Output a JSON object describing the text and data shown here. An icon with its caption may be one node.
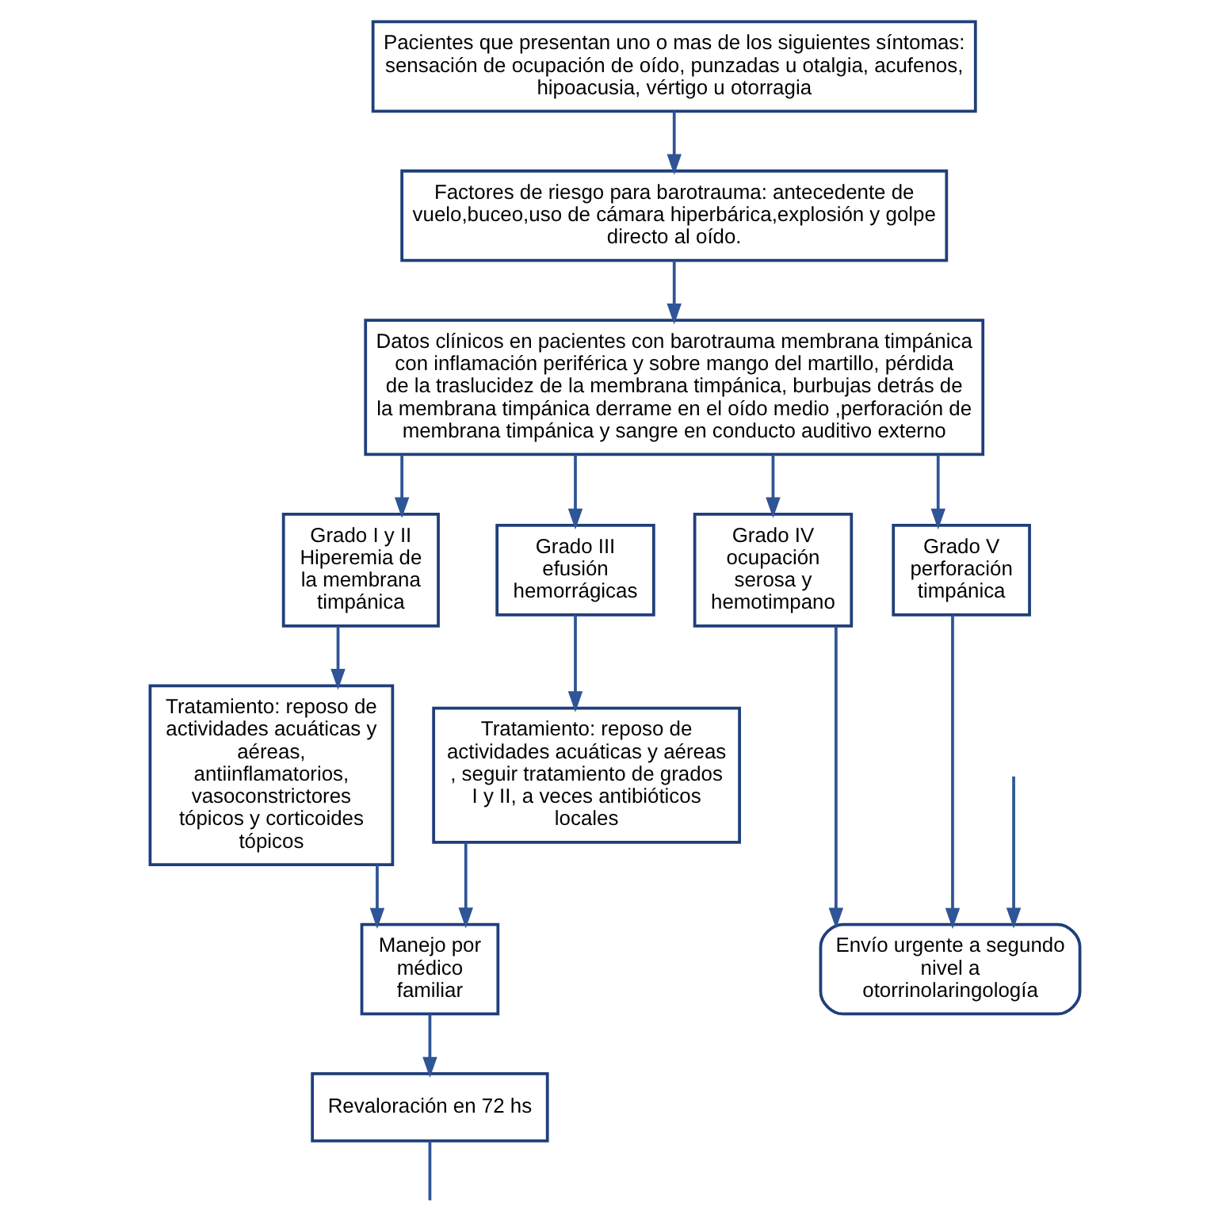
{
  "diagram": {
    "nodes": [
      {
        "text": [
          "Pacientes que presentan uno o mas de los siguientes síntomas: sensación de ocupación de oído, punzadas u otalgia, acufenos, hipoacusia, vértigo u otorragia"
        ]
      },
      {
        "text": [
          "Factores de riesgo para barotrauma: antecedente de vuelo,buceo,uso de cámara hiperbárica,explosión y golpe directo al oído."
        ]
      },
      {
        "text": [
          "Datos clínicos en pacientes con barotrauma membrana timpánica con inflamación periférica y sobre mango del martillo, pérdida de la traslucidez de la membrana timpánica, burbujas detrás de la membrana timpánica derrame en el oído medio ,perforación de membrana timpánica y sangre en conducto auditivo externo"
        ]
      },
      {
        "text": [
          "Grado I y II Hiperemia de la membrana timpánica"
        ]
      },
      {
        "text": [
          "Grado III efusión hemorrágicas"
        ]
      },
      {
        "text": [
          "Grado IV ocupación serosa y hemotimpano"
        ]
      },
      {
        "text": [
          "Grado V perforación timpánica"
        ]
      },
      {
        "text": [
          "Tratamiento: reposo de actividades acuáticas y aéreas, antiinflamatorios, vasoconstrictores tópicos y corticoides tópicos"
        ]
      },
      {
        "text": [
          "Tratamiento: reposo de actividades acuáticas y aéreas , seguir tratamiento de grados I y II, a veces antibióticos locales"
        ]
      },
      {
        "text": [
          "Manejo por médico familiar"
        ]
      },
      {
        "text": [
          "Envío urgente a segundo nivel a otorrinolaringología"
        ]
      },
      {
        "text": [
          "Revaloración en 72 hs"
        ]
      }
    ],
    "edges": [
      {
        "from": 0,
        "to": 1,
        "arrow": "to"
      },
      {
        "from": 1,
        "to": 2,
        "arrow": "to"
      },
      {
        "from": 2,
        "to": 3,
        "arrow": "to"
      },
      {
        "from": 2,
        "to": 4,
        "arrow": "to"
      },
      {
        "from": 2,
        "to": 5,
        "arrow": "to"
      },
      {
        "from": 2,
        "to": 6,
        "arrow": "to"
      },
      {
        "from": 3,
        "to": 7,
        "arrow": "to"
      },
      {
        "from": 4,
        "to": 8,
        "arrow": "to"
      },
      {
        "from": 7,
        "to": 9,
        "arrow": "to"
      },
      {
        "from": 8,
        "to": 9,
        "arrow": "to"
      },
      {
        "from": 5,
        "to": 10,
        "arrow": "to"
      },
      {
        "from": 6,
        "to": 10,
        "arrow": "to"
      },
      {
        "from": 9,
        "to": 11,
        "arrow": "to"
      },
      {
        "from": 11,
        "to": null,
        "arrow": "none"
      },
      {
        "from": null,
        "to": 10,
        "arrow": "to"
      }
    ]
  }
}
